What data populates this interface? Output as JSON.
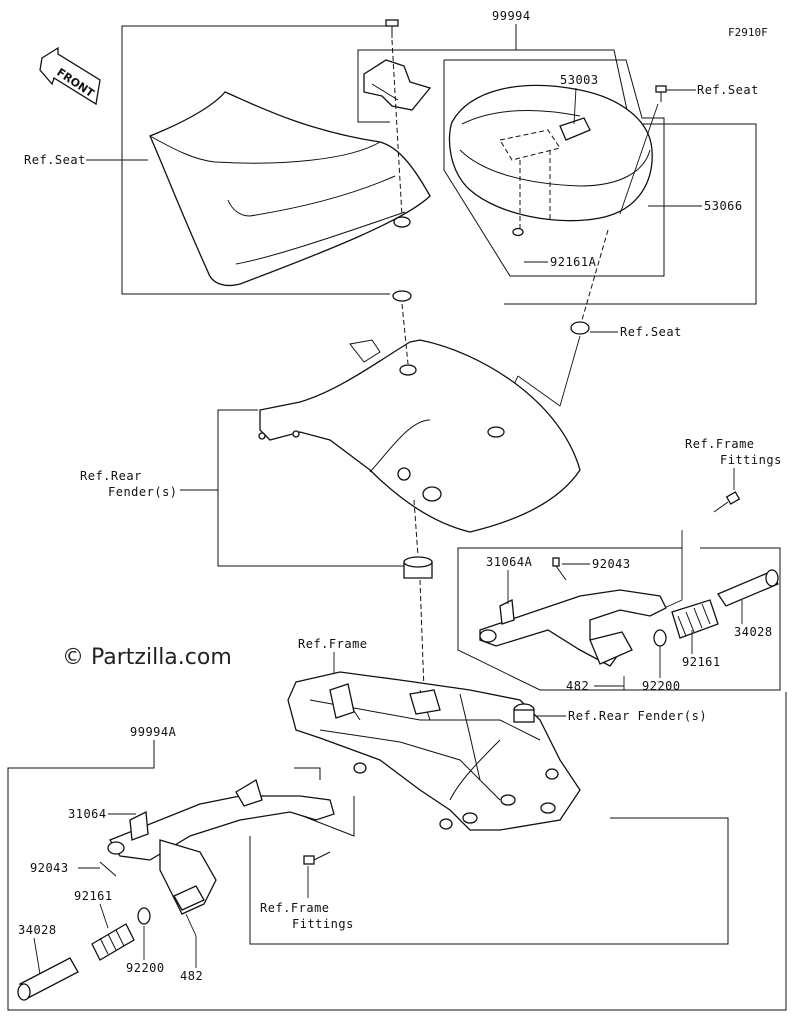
{
  "diagram_code": "F2910F",
  "watermark": "© Partzilla.com",
  "front_label": "FRONT",
  "labels": {
    "p99994": "99994",
    "p99994a": "99994A",
    "p53003": "53003",
    "p53066": "53066",
    "p92161a": "92161A",
    "ref_seat_left": "Ref.Seat",
    "ref_seat_top": "Ref.Seat",
    "ref_seat_mid": "Ref.Seat",
    "ref_rear_fender_1": "Ref.Rear",
    "ref_rear_fender_2": "Fender(s)",
    "ref_frame_fittings_top_1": "Ref.Frame",
    "ref_frame_fittings_top_2": "Fittings",
    "ref_frame": "Ref.Frame",
    "ref_rear_fender_frame": "Ref.Rear Fender(s)",
    "p31064a": "31064A",
    "p92043_right": "92043",
    "p34028_right": "34028",
    "p92161_right": "92161",
    "p92200_right": "92200",
    "p482_right": "482",
    "p31064": "31064",
    "p92043_left": "92043",
    "p92161_left": "92161",
    "p34028_left": "34028",
    "p92200_left": "92200",
    "p482_left": "482",
    "ref_frame_fittings_bottom_1": "Ref.Frame",
    "ref_frame_fittings_bottom_2": "Fittings"
  }
}
